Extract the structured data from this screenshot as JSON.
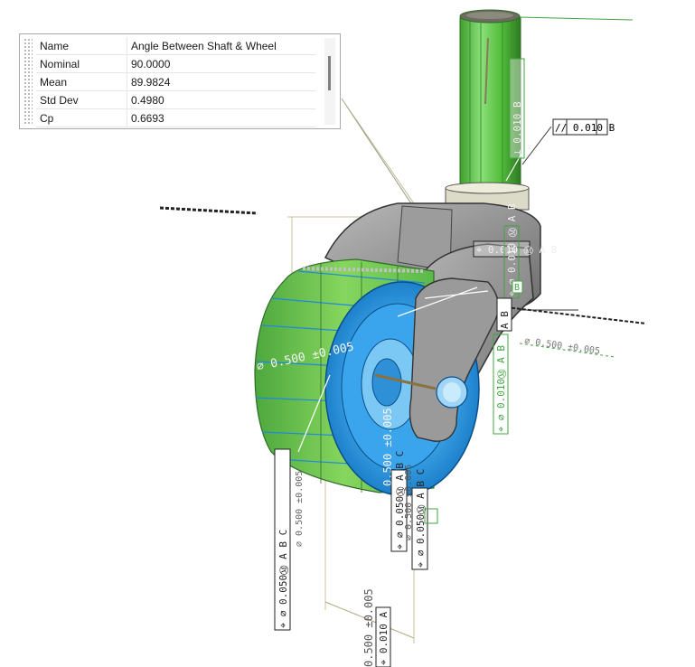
{
  "properties": [
    {
      "key": "Name",
      "value": "Angle Between Shaft & Wheel"
    },
    {
      "key": "Nominal",
      "value": "90.0000"
    },
    {
      "key": "Mean",
      "value": "89.9824"
    },
    {
      "key": "Std Dev",
      "value": "0.4980"
    },
    {
      "key": "Cp",
      "value": "0.6693"
    }
  ],
  "annotations": {
    "wheel_diameter": "⌀ 0.500 ±0.005",
    "hub_diameter": "0.500 ±0.005",
    "hub_diameter_alt": "⌀ 0.500 ±0.005",
    "shaft_fcf_top": "⊥ 0.010 B",
    "shaft_fcf_callout": "// 0.010 B",
    "bracket_fcf": "⌖ 0.010 Ⓜ A B",
    "bracket_fcf_vertical": "⌖ ⌀ 0.010 Ⓜ A B",
    "datum_bracket": "A B",
    "axle_fcf": "⌖ ⌀ 0.010Ⓜ A B",
    "wheel_fcf_left": "⌖ ⌀ 0.050Ⓜ A B C",
    "hub_fcf_vertical": "⌖ ⌀ 0.050Ⓜ A B C",
    "hub_fcf_vertical_2": "⌖ ⌀ 0.050Ⓜ A B C",
    "bottom_dim": "0.500 ±0.005",
    "bottom_fcf": "⌖ 0.010 A",
    "bottom_fcf_2": "⌖ ⌀ 0.050 Ⓜ",
    "right_dim": "⌀ 0.500 ±0.005",
    "datum_b": "B",
    "left_top_blur": "⌀ 0.500 ±0.005",
    "right_blur": "⌀ 0.500 ±0.005",
    "green_tag": "A B"
  },
  "colors": {
    "shaft": "#57c23e",
    "wheel_tread": "#55b948",
    "hub": "#1e8fdc",
    "bracket": "#8a8a8a",
    "annotation_green": "#3fa53f"
  }
}
